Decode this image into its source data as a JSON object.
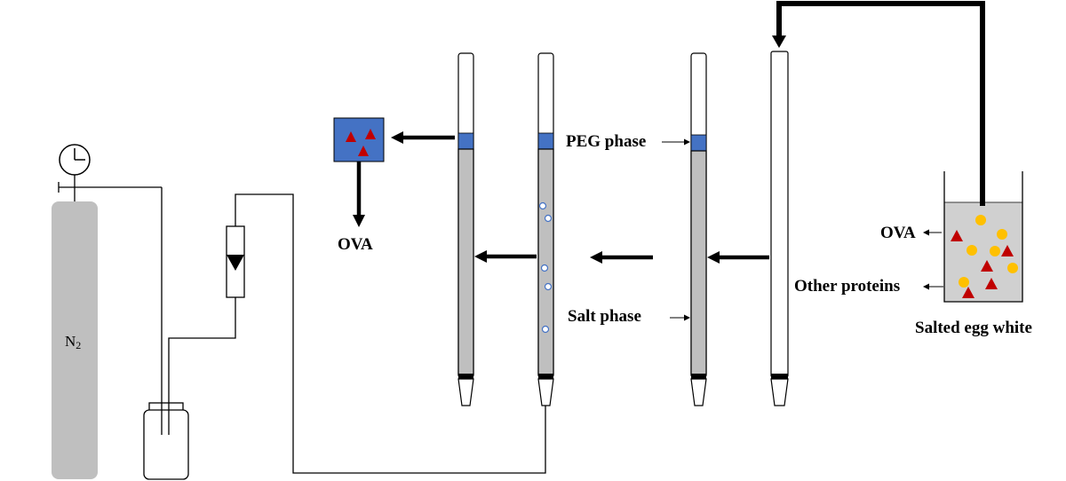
{
  "labels": {
    "n2_main": "N",
    "n2_sub": "2",
    "ova_output": "OVA",
    "peg_phase": "PEG phase",
    "salt_phase": "Salt phase",
    "ova_legend": "OVA",
    "other_proteins": "Other proteins",
    "salted_egg_white": "Salted egg white"
  },
  "colors": {
    "cylinder_gray": "#bfbfbf",
    "column_gray": "#bfbfbf",
    "peg_blue": "#4472c4",
    "ova_red": "#c00000",
    "protein_yellow": "#ffc000",
    "beaker_liquid": "#d0d0d0",
    "line_black": "#000000"
  },
  "icons": {
    "gauge": "pressure-gauge-icon",
    "flowmeter": "flowmeter-icon",
    "ova_symbol": "red-triangle-icon",
    "protein_symbol": "yellow-circle-icon"
  }
}
